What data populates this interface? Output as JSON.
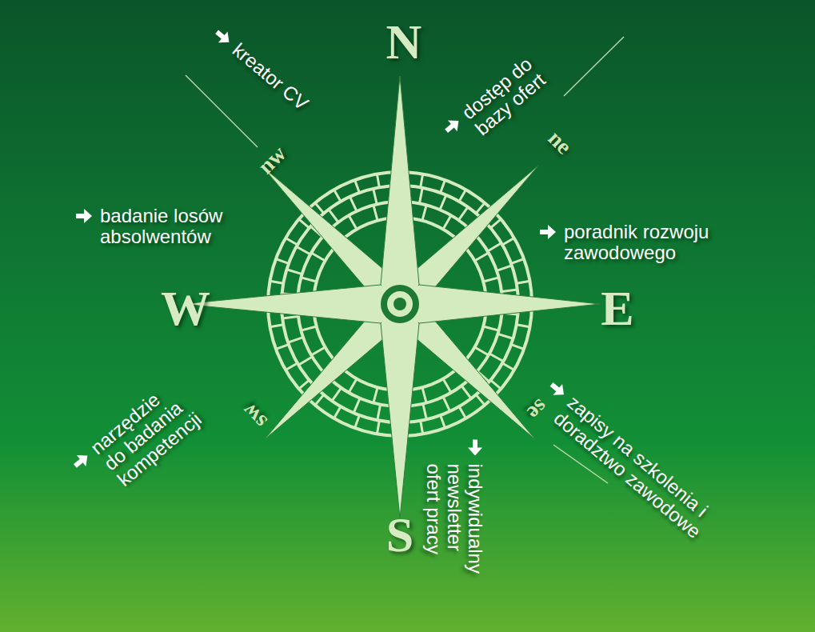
{
  "diagram": {
    "labels": [
      "N",
      "W",
      "E",
      "S",
      "nw",
      "ne",
      "se",
      "sw",
      "kreator CV",
      "dostęp do bazy ofert",
      "badanie losów absolwentów",
      "poradnik rozwoju zawodowego",
      "zapisy na szkolenia i doradztwo zawodowe",
      "indywidualny newsletter ofert pracy",
      "narzędzie do badania kompetencji"
    ]
  }
}
